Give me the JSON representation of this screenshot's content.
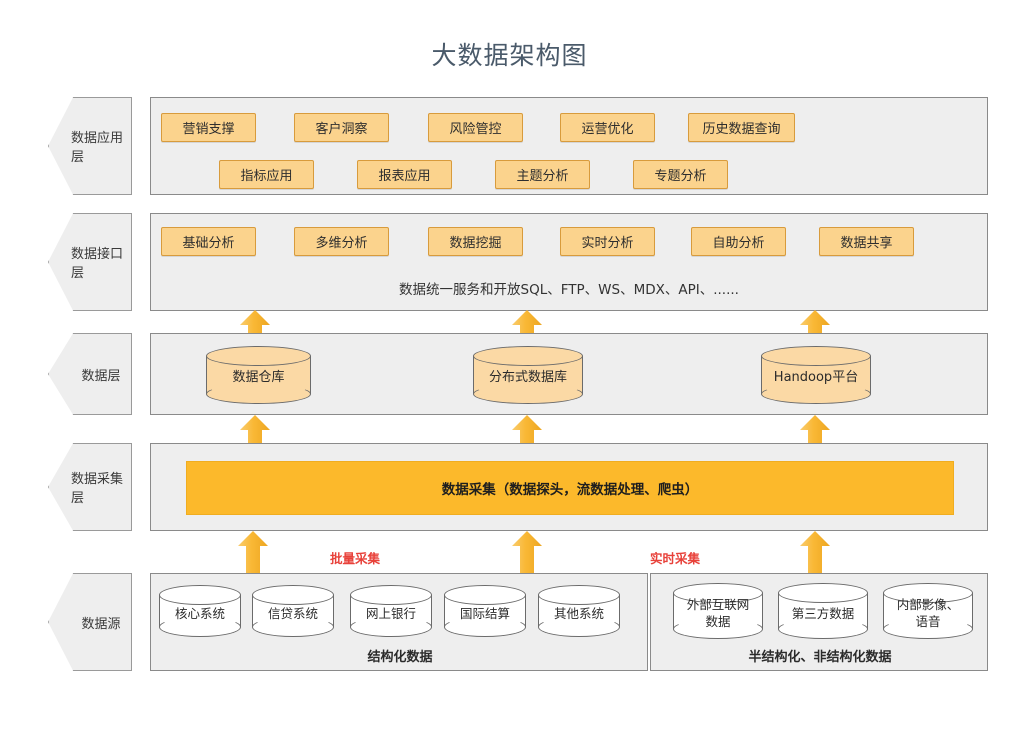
{
  "title": "大数据架构图",
  "colors": {
    "panel_bg": "#eeeeee",
    "panel_border": "#8a8a8a",
    "box_fill": "#fbd38d",
    "box_border": "#d89b3c",
    "arrow": "#f5b93a",
    "collect_bar": "#fcb92b",
    "cylinder_amber": "#fbd9a5",
    "note_red": "#e8413a",
    "title_color": "#4a5a6a"
  },
  "layers": [
    {
      "key": "app",
      "label": "数据应用层"
    },
    {
      "key": "iface",
      "label": "数据接口层"
    },
    {
      "key": "data",
      "label": "数据层"
    },
    {
      "key": "collect",
      "label": "数据采集层"
    },
    {
      "key": "source",
      "label": "数据源"
    }
  ],
  "application_layer": {
    "row1": [
      "营销支撑",
      "客户洞察",
      "风险管控",
      "运营优化",
      "历史数据查询"
    ],
    "row2": [
      "指标应用",
      "报表应用",
      "主题分析",
      "专题分析"
    ]
  },
  "interface_layer": {
    "boxes": [
      "基础分析",
      "多维分析",
      "数据挖掘",
      "实时分析",
      "自助分析",
      "数据共享"
    ],
    "note": "数据统一服务和开放SQL、FTP、WS、MDX、API、......"
  },
  "data_layer": {
    "stores": [
      "数据仓库",
      "分布式数据库",
      "Handoop平台"
    ]
  },
  "collection_layer": {
    "bar_label": "数据采集（数据探头，流数据处理、爬虫）"
  },
  "flow_notes": {
    "batch": "批量采集",
    "realtime": "实时采集"
  },
  "source_layer": {
    "structured": {
      "caption": "结构化数据",
      "items": [
        "核心系统",
        "信贷系统",
        "网上银行",
        "国际结算",
        "其他系统"
      ]
    },
    "unstructured": {
      "caption": "半结构化、非结构化数据",
      "items": [
        "外部互联网\n数据",
        "第三方数据",
        "内部影像、\n语音"
      ]
    }
  }
}
